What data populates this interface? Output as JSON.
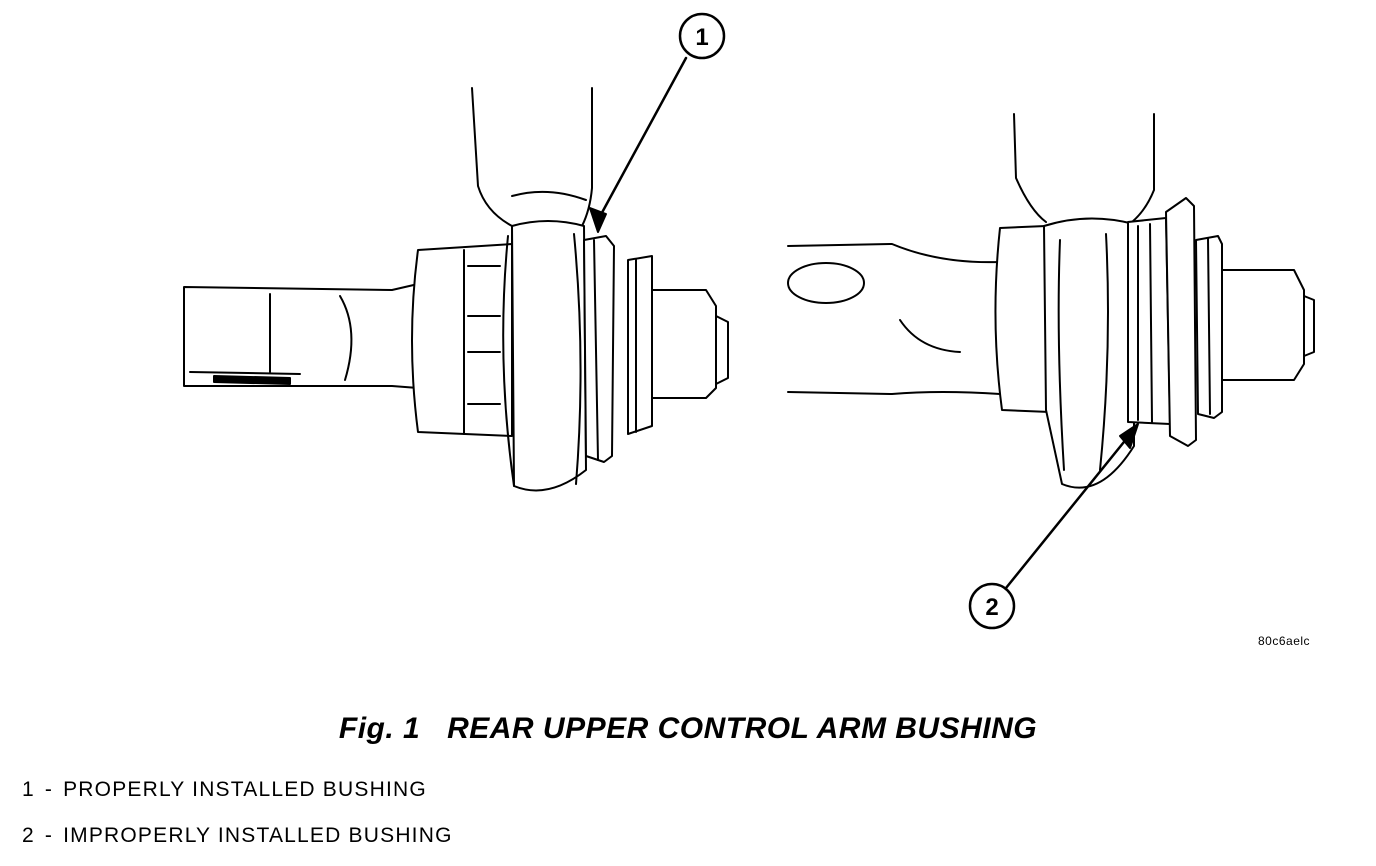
{
  "figure": {
    "callouts": [
      {
        "number": "1"
      },
      {
        "number": "2"
      }
    ],
    "image_code": "80c6aelc"
  },
  "caption": {
    "fig_label": "Fig.",
    "fig_number": "1",
    "title": "REAR UPPER CONTROL ARM BUSHING"
  },
  "legend": [
    {
      "number": "1",
      "separator": "-",
      "text": "PROPERLY INSTALLED BUSHING"
    },
    {
      "number": "2",
      "separator": "-",
      "text": "IMPROPERLY INSTALLED BUSHING"
    }
  ],
  "colors": {
    "line": "#000000",
    "background": "#ffffff"
  }
}
